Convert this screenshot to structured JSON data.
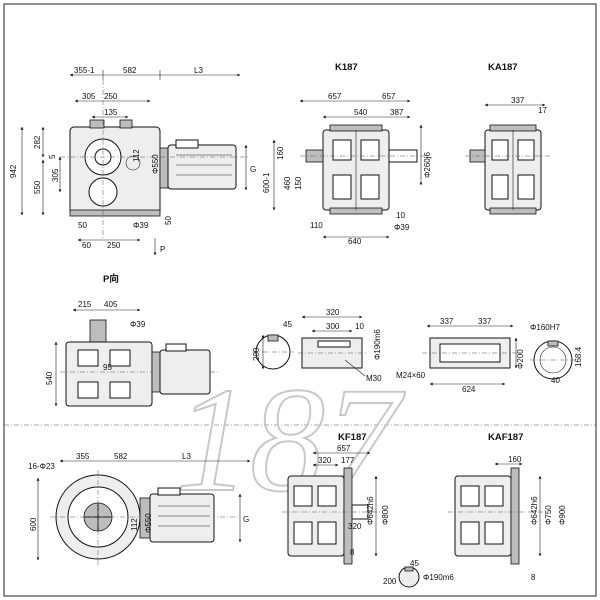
{
  "watermark": "187",
  "titles": {
    "k": "K187",
    "ka": "KA187",
    "pview": "P向",
    "kf": "KF187",
    "kaf": "KAF187"
  },
  "side_view": {
    "top": [
      "355-1",
      "582",
      "L3"
    ],
    "second": [
      "305",
      "250"
    ],
    "third": "135",
    "left": [
      "942",
      "282",
      "5",
      "550",
      "305"
    ],
    "middle": [
      "112",
      "Φ550"
    ],
    "right": "G",
    "bottom": [
      "50",
      "Φ39",
      "50",
      "60",
      "250",
      "P"
    ]
  },
  "k_view": {
    "top": [
      "657",
      "657"
    ],
    "second": [
      "540",
      "387"
    ],
    "left": [
      "160",
      "600-1",
      "460",
      "150"
    ],
    "right": "Φ260j6",
    "bottom": [
      "10",
      "110",
      "Φ39",
      "640"
    ]
  },
  "ka_view": {
    "top": "337",
    "right": "17"
  },
  "p_view": {
    "top": [
      "215",
      "405"
    ],
    "labels": [
      "Φ39",
      "540",
      "95"
    ]
  },
  "shaft": {
    "keyway": [
      "45",
      "200"
    ],
    "shaft": [
      "320",
      "300",
      "10",
      "Φ190m6",
      "M30"
    ]
  },
  "hollow": {
    "top": [
      "337",
      "337"
    ],
    "labels": [
      "Φ200",
      "M24×60",
      "624"
    ]
  },
  "ring": {
    "labels": [
      "Φ160H7",
      "168.4",
      "40"
    ]
  },
  "b_view": {
    "top": [
      "355",
      "582",
      "L3"
    ],
    "labels": [
      "16-Φ23",
      "600",
      "112",
      "Φ550",
      "G"
    ]
  },
  "kf_view": {
    "top": [
      "657",
      "320",
      "177"
    ],
    "labels": [
      "Φ642h6",
      "Φ800",
      "320",
      "8",
      "45",
      "200",
      "Φ190m6"
    ]
  },
  "kaf_view": {
    "top": "160",
    "labels": [
      "Φ642h6",
      "Φ750",
      "Φ900",
      "8"
    ]
  }
}
